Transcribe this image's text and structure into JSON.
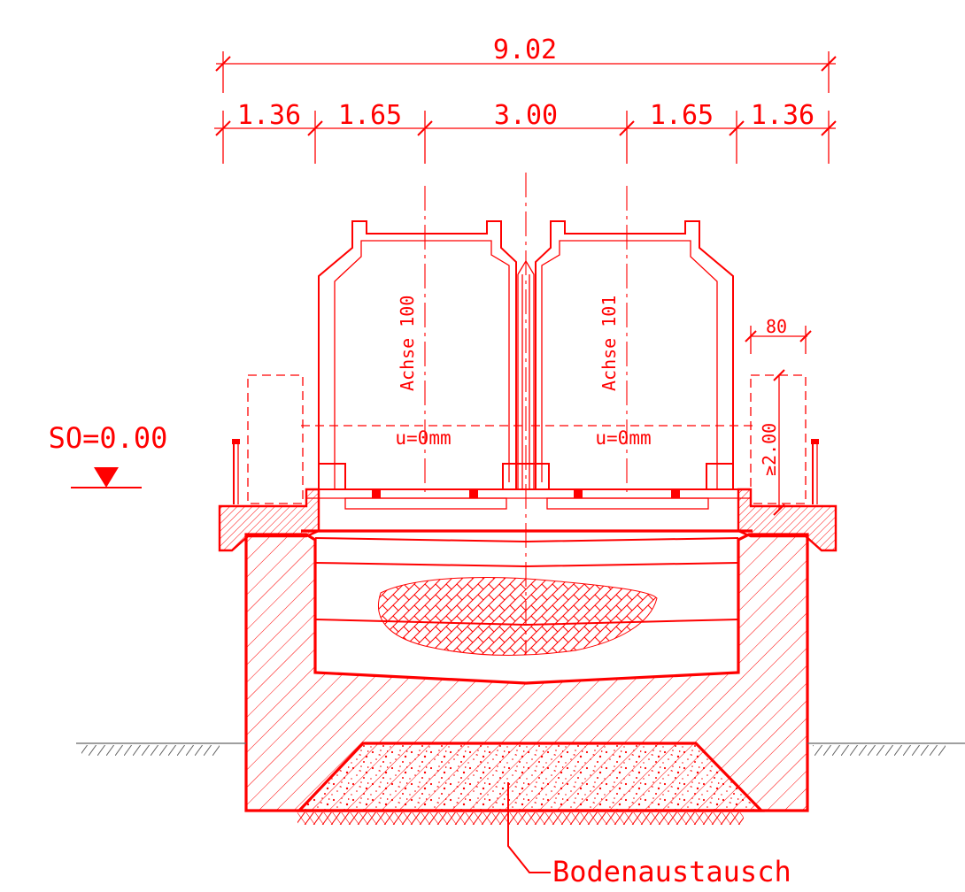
{
  "dimensions": {
    "overall": "9.02",
    "seg_left_outer": "1.36",
    "seg_left_inner": "1.65",
    "seg_center": "3.00",
    "seg_right_inner": "1.65",
    "seg_right_outer": "1.36",
    "clearance_width": "80",
    "clearance_height": "≥2.00"
  },
  "labels": {
    "level": "SO=0.00",
    "axis_left": "Achse 100",
    "axis_right": "Achse 101",
    "cant_left": "u=0mm",
    "cant_right": "u=0mm",
    "soil": "Bodenaustausch"
  },
  "colors": {
    "line": "#ff0000",
    "ground": "#666666",
    "background": "#ffffff"
  }
}
